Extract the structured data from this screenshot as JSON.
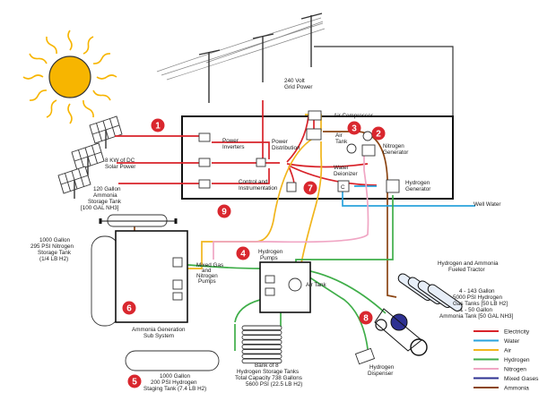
{
  "colors": {
    "electricity": "#d8232a",
    "water": "#2aa3dc",
    "air": "#f1b51c",
    "hydrogen": "#3fae49",
    "nitrogen": "#f0a6c4",
    "mixed_gases": "#2e3192",
    "ammonia": "#8b4513",
    "sun": "#f7b500",
    "badge": "#d9272e",
    "grid_wire": "#888888"
  },
  "labels": {
    "grid_power": [
      "240 Volt",
      "Grid Power"
    ],
    "solar_power": [
      "8 KW of DC",
      "Solar Power"
    ],
    "power_inverters": [
      "Power",
      "Inverters"
    ],
    "power_distribution": [
      "Power",
      "Distribution"
    ],
    "control": [
      "Control and",
      "Instrumentation"
    ],
    "air_compressor": "Air Compressor",
    "air_tank_top": [
      "Air",
      "Tank"
    ],
    "nitrogen_generator": [
      "Nitrogen",
      "Generator"
    ],
    "water_deionizer": [
      "Water",
      "Deionizer"
    ],
    "hydrogen_generator": [
      "Hydrogen",
      "Generator"
    ],
    "well_water": "Well Water",
    "ammonia_storage": [
      "120 Gallon",
      "Ammonia",
      "Storage Tank",
      "[100 GAL NH3]"
    ],
    "nitrogen_storage": [
      "1000 Gallon",
      "295 PSI Nitrogen",
      "Storage Tank",
      "(1/4 LB H2)"
    ],
    "mixed_gas_pumps": [
      "Mixed Gas",
      "and",
      "Nitrogen",
      "Pumps"
    ],
    "ammonia_subsystem": [
      "Ammonia Generation",
      "Sub System"
    ],
    "hydrogen_pumps": [
      "Hydrogen",
      "Pumps"
    ],
    "air_tank_mid": "Air Tank",
    "tractor": [
      "Hydrogen and Ammonia",
      "Fueled Tractor"
    ],
    "tractor_tanks": [
      "4 - 143 Gallon",
      "5000 PSI Hydrogen",
      "Gas Tanks [50 LB H2]",
      "1 - 50 Gallon",
      "Ammonia Tank [50 GAL NH3]"
    ],
    "staging_tank": [
      "1000 Gallon",
      "200 PSI Hydrogen",
      "Staging Tank (7.4 LB H2)"
    ],
    "bank_of_8": [
      "Bank of 8",
      "Hydrogen Storage Tanks",
      "Total Capacity 738 Gallons",
      "5600 PSI (22.5 LB H2)"
    ],
    "dispenser": [
      "Hydrogen",
      "Dispenser"
    ],
    "deionizer_letter": "C"
  },
  "badges": [
    "1",
    "2",
    "3",
    "4",
    "5",
    "6",
    "7",
    "8",
    "9"
  ],
  "legend": [
    {
      "label": "Electricity",
      "color": "#d8232a"
    },
    {
      "label": "Water",
      "color": "#2aa3dc"
    },
    {
      "label": "Air",
      "color": "#f1b51c"
    },
    {
      "label": "Hydrogen",
      "color": "#3fae49"
    },
    {
      "label": "Nitrogen",
      "color": "#f0a6c4"
    },
    {
      "label": "Mixed Gases",
      "color": "#2e3192"
    },
    {
      "label": "Ammonia",
      "color": "#8b4513"
    }
  ]
}
